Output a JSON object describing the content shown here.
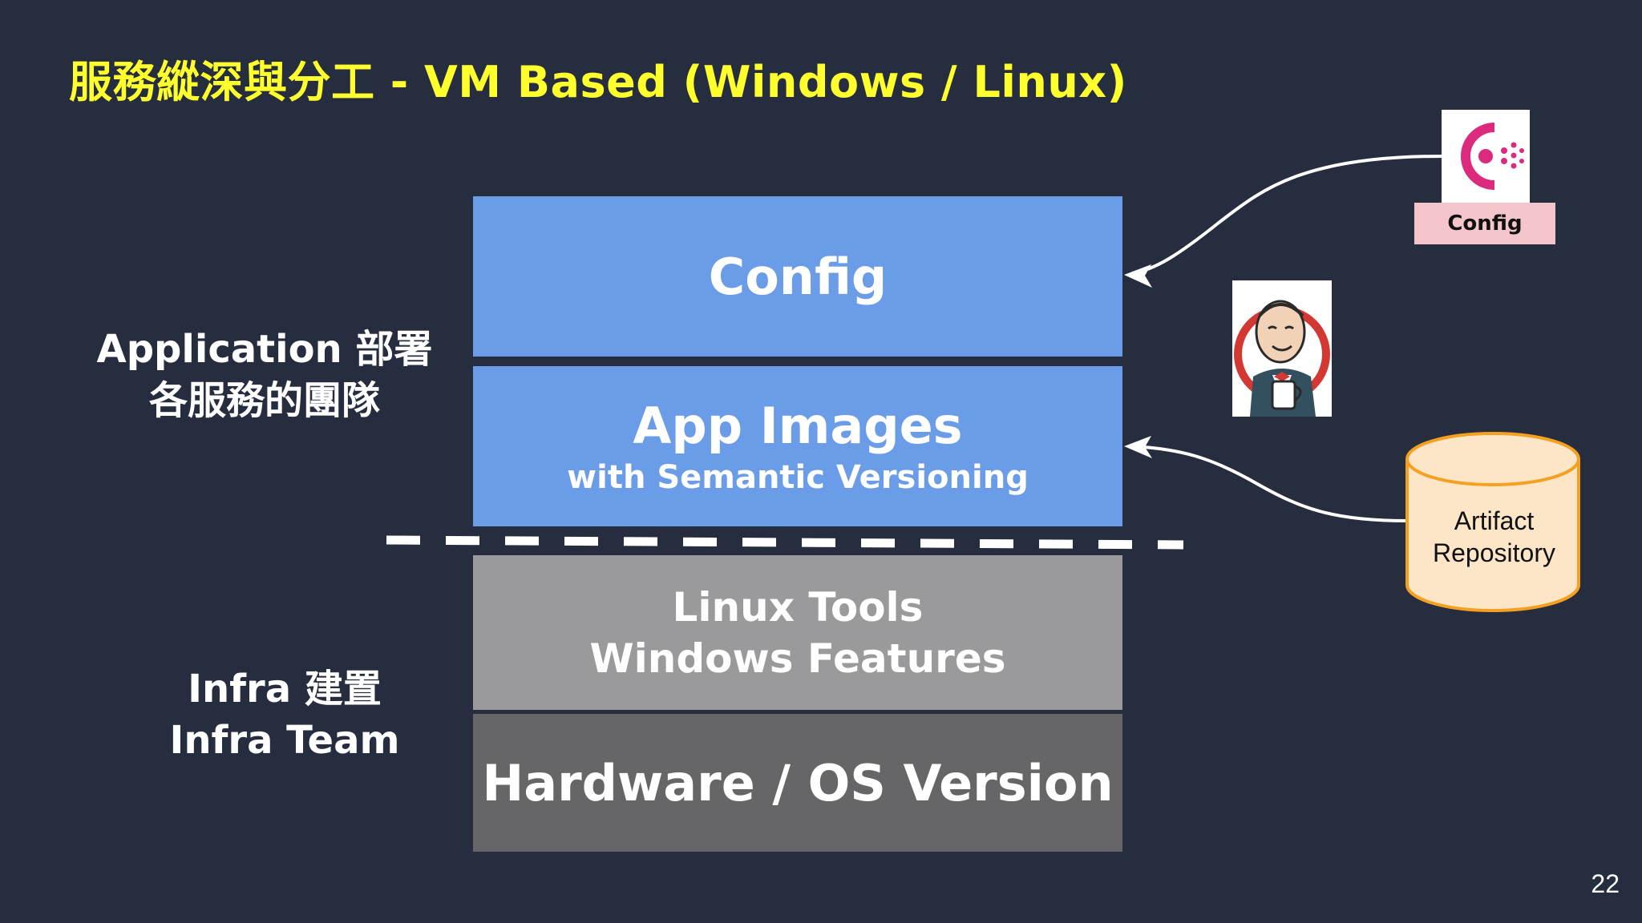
{
  "slide": {
    "title": "服務縱深與分工 - VM Based (Windows / Linux)",
    "page_number": "22"
  },
  "side_labels": {
    "application": [
      "Application 部署",
      "各服務的團隊"
    ],
    "infra": [
      "Infra 建置",
      "Infra Team"
    ]
  },
  "stack": {
    "config": "Config",
    "app_images": "App Images",
    "app_images_sub": "with Semantic Versioning",
    "tools_line1": "Linux Tools",
    "tools_line2": "Windows Features",
    "hardware": "Hardware / OS Version"
  },
  "sources": {
    "consul_tag": "Config",
    "consul_icon": "consul-icon",
    "jenkins_icon": "jenkins-icon",
    "repo_line1": "Artifact",
    "repo_line2": "Repository"
  },
  "colors": {
    "background": "#252d3e",
    "title": "#ffff2e",
    "app_layer": "#6b9ce8",
    "tools_layer": "#9a999c",
    "hardware_layer": "#666567",
    "consul_magenta": "#dc2a7e",
    "config_tag": "#f4c6cc",
    "repository_fill": "#fde6c8",
    "repository_stroke": "#f4a020"
  }
}
